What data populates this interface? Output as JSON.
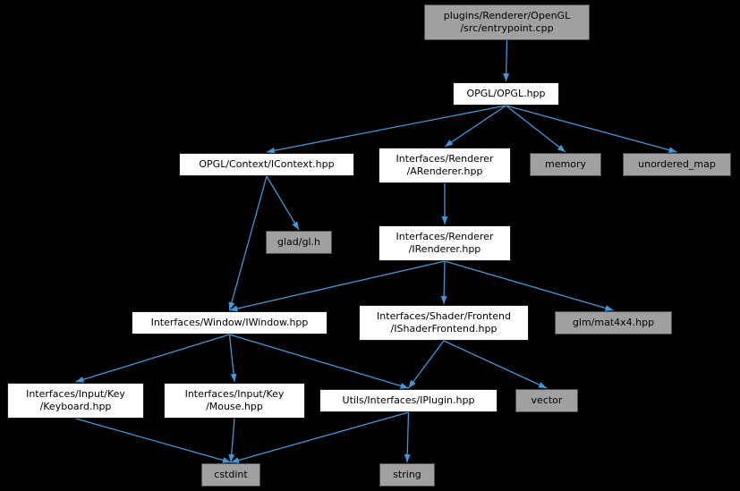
{
  "colors": {
    "background": "#000000",
    "edge": "#4596d7",
    "node_fill_white": "#ffffff",
    "node_fill_gray": "#a0a0a0",
    "node_border": "#1d1d1d",
    "text": "#000000"
  },
  "nodes": {
    "entrypoint": {
      "label": "plugins/Renderer/OpenGL\n/src/entrypoint.cpp"
    },
    "opgl": {
      "label": "OPGL/OPGL.hpp"
    },
    "icontext": {
      "label": "OPGL/Context/IContext.hpp"
    },
    "arenderer": {
      "label": "Interfaces/Renderer\n/ARenderer.hpp"
    },
    "memory": {
      "label": "memory"
    },
    "unordered_map": {
      "label": "unordered_map"
    },
    "gladgl": {
      "label": "glad/gl.h"
    },
    "irenderer": {
      "label": "Interfaces/Renderer\n/IRenderer.hpp"
    },
    "iwindow": {
      "label": "Interfaces/Window/IWindow.hpp"
    },
    "ishader": {
      "label": "Interfaces/Shader/Frontend\n/IShaderFrontend.hpp"
    },
    "glm": {
      "label": "glm/mat4x4.hpp"
    },
    "keyboard": {
      "label": "Interfaces/Input/Key\n/Keyboard.hpp"
    },
    "mouse": {
      "label": "Interfaces/Input/Key\n/Mouse.hpp"
    },
    "iplugin": {
      "label": "Utils/Interfaces/IPlugin.hpp"
    },
    "vector": {
      "label": "vector"
    },
    "cstdint": {
      "label": "cstdint"
    },
    "string": {
      "label": "string"
    }
  },
  "edges": [
    {
      "from": "entrypoint",
      "to": "opgl"
    },
    {
      "from": "opgl",
      "to": "icontext"
    },
    {
      "from": "opgl",
      "to": "arenderer"
    },
    {
      "from": "opgl",
      "to": "memory"
    },
    {
      "from": "opgl",
      "to": "unordered_map"
    },
    {
      "from": "icontext",
      "to": "gladgl"
    },
    {
      "from": "icontext",
      "to": "iwindow"
    },
    {
      "from": "arenderer",
      "to": "irenderer"
    },
    {
      "from": "irenderer",
      "to": "iwindow"
    },
    {
      "from": "irenderer",
      "to": "ishader"
    },
    {
      "from": "irenderer",
      "to": "glm"
    },
    {
      "from": "iwindow",
      "to": "keyboard"
    },
    {
      "from": "iwindow",
      "to": "mouse"
    },
    {
      "from": "iwindow",
      "to": "iplugin"
    },
    {
      "from": "ishader",
      "to": "iplugin"
    },
    {
      "from": "ishader",
      "to": "vector"
    },
    {
      "from": "iplugin",
      "to": "cstdint"
    },
    {
      "from": "iplugin",
      "to": "string"
    },
    {
      "from": "keyboard",
      "to": "cstdint"
    },
    {
      "from": "mouse",
      "to": "cstdint"
    }
  ]
}
